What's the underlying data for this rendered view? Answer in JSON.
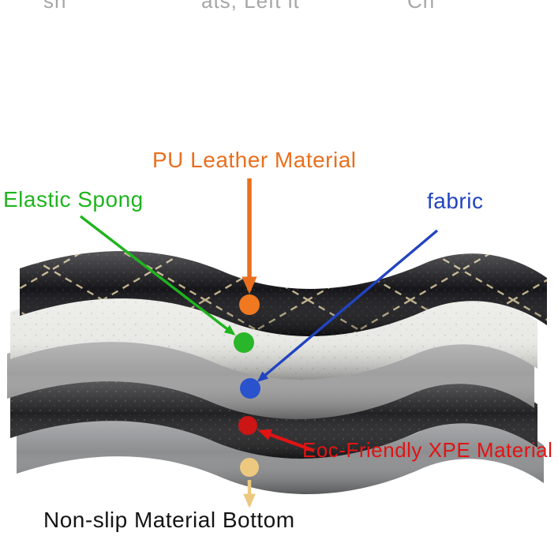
{
  "page": {
    "background": "#ffffff"
  },
  "top_fragments": [
    {
      "text": "sh"
    },
    {
      "text": "ats, Left it"
    },
    {
      "text": "Ch"
    }
  ],
  "labels": {
    "pu_leather": {
      "text": "PU Leather Material",
      "color": "#e96f1e"
    },
    "elastic_sponge": {
      "text": "Elastic Spong",
      "color": "#1fb41f"
    },
    "fabric": {
      "text": "fabric",
      "color": "#2144c0"
    },
    "xpe": {
      "text": "Eoc-Friendly XPE Material",
      "color": "#e01414"
    },
    "non_slip": {
      "text": "Non-slip Material Bottom",
      "color": "#151515"
    }
  },
  "markers": {
    "pu_leather_dot": "#f07820",
    "elastic_dot": "#2ab62a",
    "fabric_dot": "#2a52cc",
    "xpe_dot": "#cc1515",
    "non_slip_dot": "#ecc97e"
  },
  "layers": {
    "pu_leather": "#16161a",
    "elastic_sponge": "#e9e9e5",
    "fabric": "#9f9fa0",
    "xpe": "#222224",
    "non_slip": "#8d8e90",
    "stitch": "#d3c297"
  }
}
